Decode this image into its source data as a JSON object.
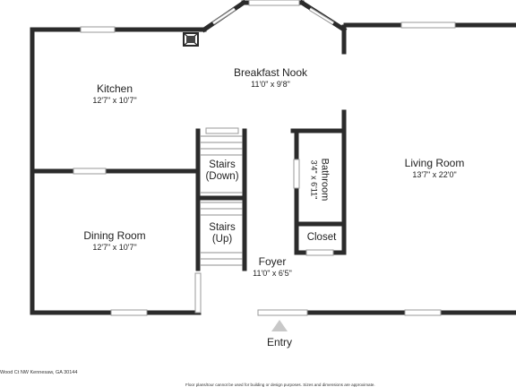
{
  "rooms": {
    "kitchen": {
      "name": "Kitchen",
      "dims": "12'7\" x 10'7\""
    },
    "breakfast_nook": {
      "name": "Breakfast Nook",
      "dims": "11'0\" x 9'8\""
    },
    "dining_room": {
      "name": "Dining Room",
      "dims": "12'7\" x 10'7\""
    },
    "living_room": {
      "name": "Living Room",
      "dims": "13'7\" x 22'0\""
    },
    "foyer": {
      "name": "Foyer",
      "dims": "11'0\" x 6'5\""
    },
    "bathroom": {
      "name": "Bathroom",
      "dims": "3'4\" x 6'11\""
    },
    "closet": {
      "name": "Closet"
    },
    "stairs_down": {
      "line1": "Stairs",
      "line2": "(Down)"
    },
    "stairs_up": {
      "line1": "Stairs",
      "line2": "(Up)"
    }
  },
  "entry_label": "Entry",
  "footer": {
    "address": "Wood Ct NW Kennesaw, GA 30144",
    "disclaimer": "Floor plans/tour cannot be used for building or design purposes. Sizes and dimensions are approximate."
  }
}
